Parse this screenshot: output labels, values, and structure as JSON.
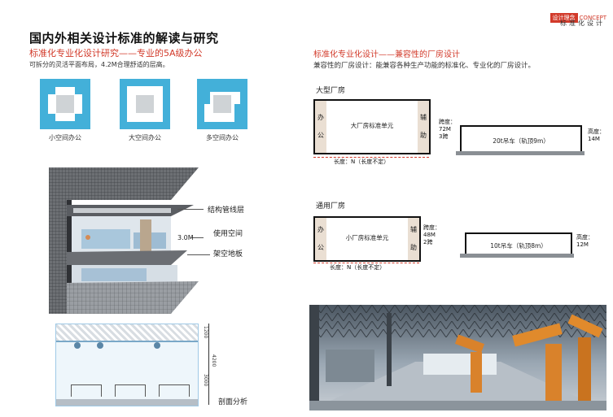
{
  "header": {
    "title": "国内外相关设计标准的解读与研究",
    "subtitle": "标准化专业化设计研究——专业的5A级办公",
    "description": "可拆分的灵活平面布局，4.2M合理舒适的层高。"
  },
  "badge": {
    "cn": "设计理念",
    "en": "CONCEPT",
    "sub": "标准化设计"
  },
  "office_types": [
    {
      "label": "小空间办公",
      "icon": "small-space-office-icon"
    },
    {
      "label": "大空间办公",
      "icon": "large-space-office-icon"
    },
    {
      "label": "多空间办公",
      "icon": "multi-space-office-icon"
    }
  ],
  "building_section": {
    "annotations": [
      "结构管线层",
      "使用空间",
      "架空地板"
    ],
    "height_label": "3.0M",
    "section_label": "剖面分析",
    "section_dims": [
      "1200",
      "4200",
      "3000"
    ]
  },
  "factory": {
    "subtitle": "标准化专业化设计——兼容性的厂房设计",
    "description": "兼容性的厂房设计：能兼容各种生产功能的标准化、专业化的厂房设计。",
    "large": {
      "title": "大型厂房",
      "office": "办公",
      "aux": "辅助",
      "unit": "大厂房标准单元",
      "span_lines": [
        "跨度：",
        "72M",
        "3跨"
      ],
      "length": "长度：N（长度不定）",
      "crane": "20t吊车（轨顶9m）",
      "height_lines": [
        "高度：",
        "14M"
      ]
    },
    "general": {
      "title": "通用厂房",
      "office": "办公",
      "aux": "辅助",
      "unit": "小厂房标准单元",
      "span_lines": [
        "跨度：",
        "48M",
        "2跨"
      ],
      "length": "长度：N（长度不定）",
      "crane": "10t吊车（轨顶8m）",
      "height_lines": [
        "高度：",
        "12M"
      ]
    }
  },
  "colors": {
    "accent": "#d23a2a",
    "blue": "#43b0d9",
    "side": "#eadfd3"
  }
}
